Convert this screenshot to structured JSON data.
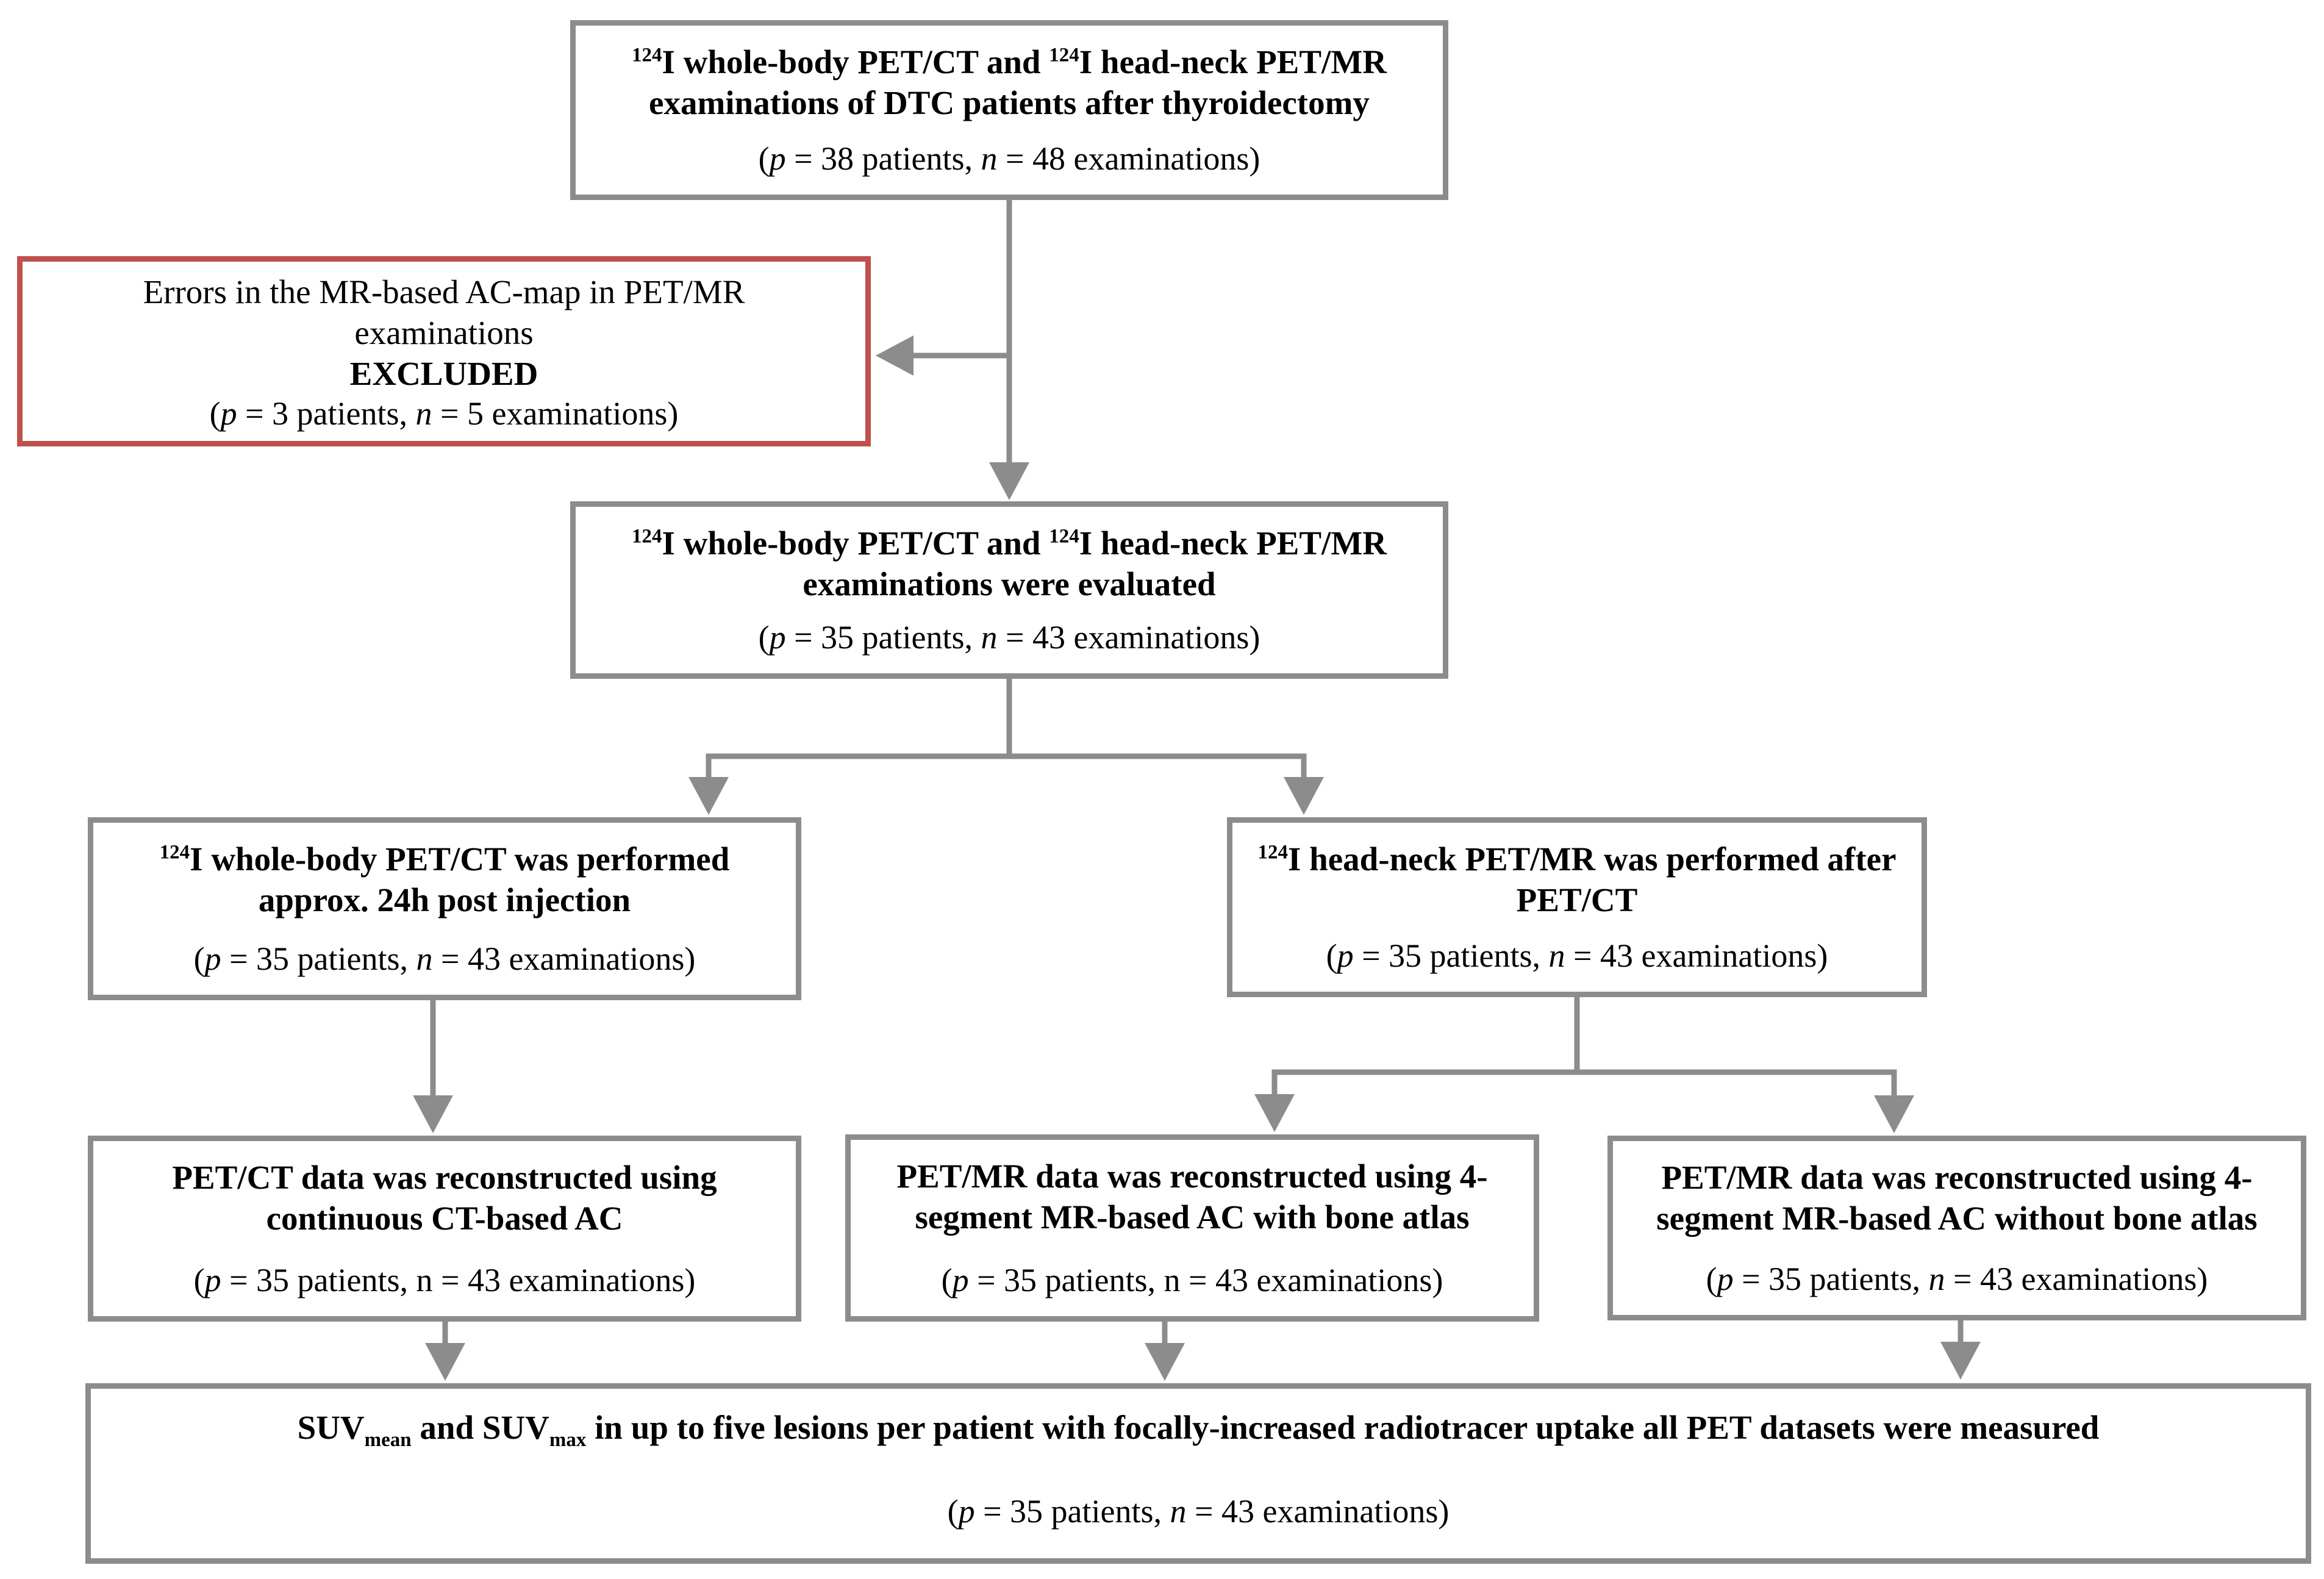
{
  "colors": {
    "box_border": "#8C8C8C",
    "excluded_border": "#C0504D",
    "arrow": "#8C8C8C",
    "text": "#000000",
    "background": "#FFFFFF"
  },
  "boxes": {
    "enrollment": {
      "title": [
        {
          "t": "sup",
          "v": "124"
        },
        {
          "t": "text",
          "v": "I whole-body PET/CT and "
        },
        {
          "t": "sup",
          "v": "124"
        },
        {
          "t": "text",
          "v": "I head-neck PET/MR examinations of DTC patients after thyroidectomy"
        }
      ],
      "stats": [
        {
          "t": "text",
          "v": "("
        },
        {
          "t": "i",
          "v": "p"
        },
        {
          "t": "text",
          "v": " = 38 patients, "
        },
        {
          "t": "i",
          "v": "n"
        },
        {
          "t": "text",
          "v": " = 48 examinations)"
        }
      ]
    },
    "excluded": {
      "title": [
        {
          "t": "text",
          "v": "Errors in the MR-based AC-map in PET/MR examinations"
        }
      ],
      "label": "EXCLUDED",
      "stats": [
        {
          "t": "text",
          "v": "("
        },
        {
          "t": "i",
          "v": "p"
        },
        {
          "t": "text",
          "v": " = 3 patients, "
        },
        {
          "t": "i",
          "v": "n"
        },
        {
          "t": "text",
          "v": " = 5 examinations)"
        }
      ]
    },
    "evaluated": {
      "title": [
        {
          "t": "sup",
          "v": "124"
        },
        {
          "t": "text",
          "v": "I whole-body PET/CT and "
        },
        {
          "t": "sup",
          "v": "124"
        },
        {
          "t": "text",
          "v": "I head-neck PET/MR examinations were evaluated"
        }
      ],
      "stats": [
        {
          "t": "text",
          "v": "("
        },
        {
          "t": "i",
          "v": "p"
        },
        {
          "t": "text",
          "v": " = 35 patients, "
        },
        {
          "t": "i",
          "v": "n"
        },
        {
          "t": "text",
          "v": " = 43 examinations)"
        }
      ]
    },
    "petct_performed": {
      "title": [
        {
          "t": "sup",
          "v": "124"
        },
        {
          "t": "text",
          "v": "I whole-body PET/CT was performed approx. 24h post injection"
        }
      ],
      "stats": [
        {
          "t": "text",
          "v": "("
        },
        {
          "t": "i",
          "v": "p"
        },
        {
          "t": "text",
          "v": " = 35 patients, "
        },
        {
          "t": "i",
          "v": "n"
        },
        {
          "t": "text",
          "v": " = 43 examinations)"
        }
      ]
    },
    "petmr_performed": {
      "title": [
        {
          "t": "sup",
          "v": "124"
        },
        {
          "t": "text",
          "v": "I head-neck PET/MR was performed after PET/CT"
        }
      ],
      "stats": [
        {
          "t": "text",
          "v": "("
        },
        {
          "t": "i",
          "v": "p"
        },
        {
          "t": "text",
          "v": " = 35 patients, "
        },
        {
          "t": "i",
          "v": "n"
        },
        {
          "t": "text",
          "v": " = 43 examinations)"
        }
      ]
    },
    "petct_reco": {
      "title": [
        {
          "t": "text",
          "v": "PET/CT data was reconstructed using continuous CT-based AC"
        }
      ],
      "stats": [
        {
          "t": "text",
          "v": "("
        },
        {
          "t": "i",
          "v": "p"
        },
        {
          "t": "text",
          "v": " = 35 patients, n = 43 examinations)"
        }
      ]
    },
    "petmr_reco_bone": {
      "title": [
        {
          "t": "text",
          "v": "PET/MR data was reconstructed using 4-segment MR-based AC with bone atlas"
        }
      ],
      "stats": [
        {
          "t": "text",
          "v": "("
        },
        {
          "t": "i",
          "v": "p"
        },
        {
          "t": "text",
          "v": " = 35 patients, n = 43 examinations)"
        }
      ]
    },
    "petmr_reco_nobone": {
      "title": [
        {
          "t": "text",
          "v": "PET/MR data was reconstructed using 4-segment MR-based AC without bone atlas"
        }
      ],
      "stats": [
        {
          "t": "text",
          "v": "("
        },
        {
          "t": "i",
          "v": "p"
        },
        {
          "t": "text",
          "v": " = 35 patients, "
        },
        {
          "t": "i",
          "v": "n"
        },
        {
          "t": "text",
          "v": " = 43 examinations)"
        }
      ]
    },
    "suv_measured": {
      "title": [
        {
          "t": "text",
          "v": "SUV"
        },
        {
          "t": "sub",
          "v": "mean"
        },
        {
          "t": "text",
          "v": " and SUV"
        },
        {
          "t": "sub",
          "v": "max"
        },
        {
          "t": "text",
          "v": " in up to five lesions per patient with focally-increased radiotracer uptake all PET datasets were measured"
        }
      ],
      "stats": [
        {
          "t": "text",
          "v": "("
        },
        {
          "t": "i",
          "v": "p"
        },
        {
          "t": "text",
          "v": " = 35 patients, "
        },
        {
          "t": "i",
          "v": "n"
        },
        {
          "t": "text",
          "v": " = 43 examinations)"
        }
      ]
    }
  }
}
